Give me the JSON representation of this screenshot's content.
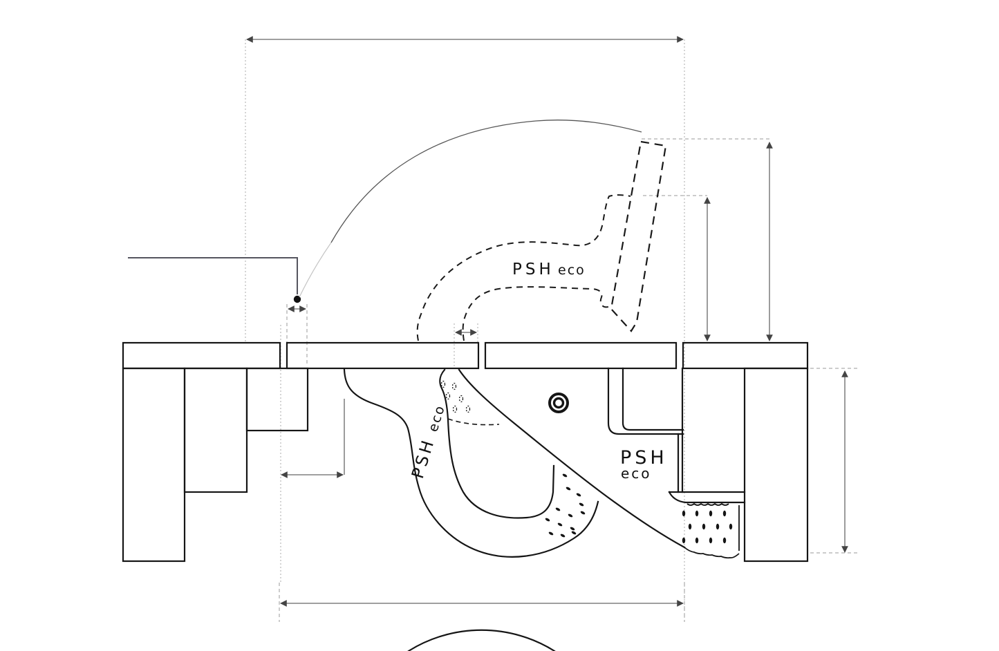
{
  "drawing": {
    "brand_upper": {
      "psh": "PSH",
      "eco": "eco"
    },
    "brand_grip": {
      "psh": "PSH",
      "eco": "eco"
    },
    "brand_plate": {
      "psh": "PSH",
      "eco": "eco"
    },
    "colors": {
      "background": "#ffffff",
      "outline": "#151515",
      "dashed_outline": "#1a1a1a",
      "dimension_line": "#666666",
      "extension_line": "#aaaaaa",
      "datum_line": "#55555e",
      "text": "#111111"
    }
  }
}
